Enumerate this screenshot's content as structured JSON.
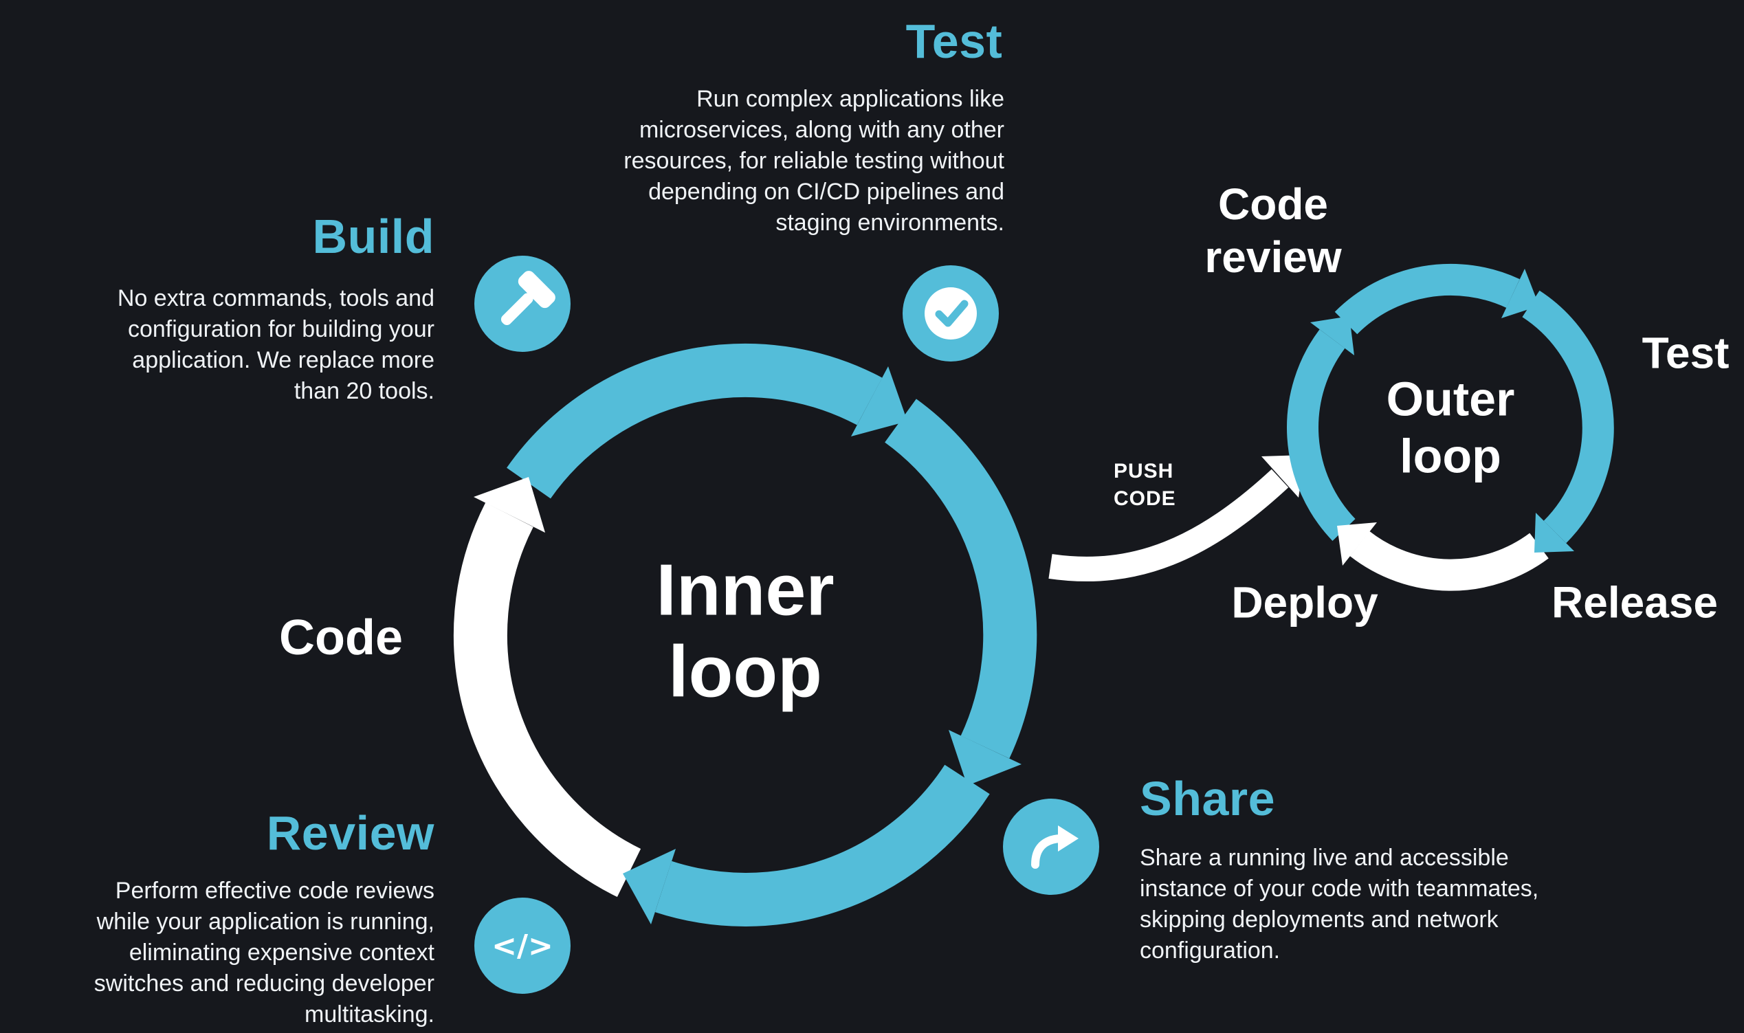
{
  "colors": {
    "background": "#16181d",
    "accent": "#54bdd9",
    "body_text": "#f0f3f6",
    "white": "#ffffff"
  },
  "sections": {
    "build": {
      "title": "Build",
      "icon": "hammer",
      "body": "No extra commands, tools and\nconfiguration for building your\napplication. We replace more\nthan 20 tools."
    },
    "test": {
      "title": "Test",
      "icon": "check-circle",
      "body": "Run complex applications like\nmicroservices, along with any other\nresources, for reliable testing without\ndepending on CI/CD pipelines and\nstaging environments."
    },
    "code": {
      "title": "Code"
    },
    "review": {
      "title": "Review",
      "icon": "code-brackets",
      "body": "Perform effective code reviews\nwhile your application is running,\neliminating expensive context\nswitches and reducing developer\nmultitasking."
    },
    "share": {
      "title": "Share",
      "icon": "share-arrow",
      "body": "Share a running live and accessible\ninstance of your code with teammates,\nskipping deployments and network\nconfiguration."
    }
  },
  "inner_loop": {
    "label": "Inner\nloop"
  },
  "outer_loop": {
    "label": "Outer\nloop",
    "stations": {
      "code_review": "Code\nreview",
      "test": "Test",
      "release": "Release",
      "deploy": "Deploy"
    }
  },
  "push_code": {
    "label": "PUSH\nCODE"
  },
  "icons": {
    "code_glyph": "</>"
  }
}
